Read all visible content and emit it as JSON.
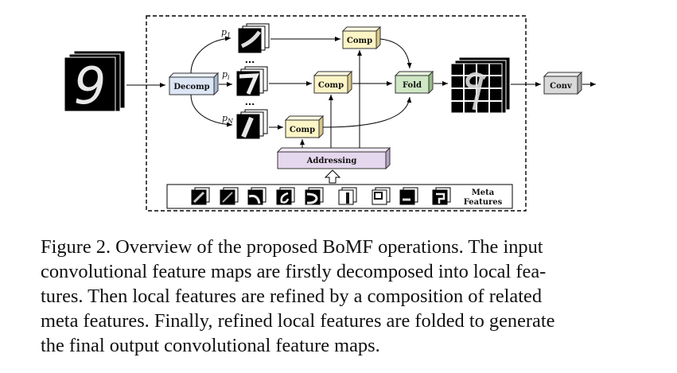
{
  "diagram": {
    "decomp_label": "Decomp",
    "comp_label": "Comp",
    "fold_label": "Fold",
    "conv_label": "Conv",
    "addressing_label": "Addressing",
    "p1_label": "p",
    "p1_sub": "1",
    "pi_label": "p",
    "pi_sub": "i",
    "pn_label": "p",
    "pn_sub": "N",
    "dots": "...",
    "meta_label_1": "Meta",
    "meta_label_2": "Features",
    "input_digit": "9",
    "colors": {
      "decomp": "#dce6f5",
      "comp": "#fdf5c6",
      "fold": "#cfe7c4",
      "conv": "#d9d9d9",
      "addressing": "#e5d8ee"
    }
  },
  "caption": {
    "line1": "Figure 2. Overview of the proposed BoMF operations. The input",
    "line2": "convolutional feature maps are firstly decomposed into local fea-",
    "line3": "tures. Then local features are refined by a composition of related",
    "line4": "meta features. Finally, refined local features are folded to generate",
    "line5": "the final output convolutional feature maps."
  }
}
